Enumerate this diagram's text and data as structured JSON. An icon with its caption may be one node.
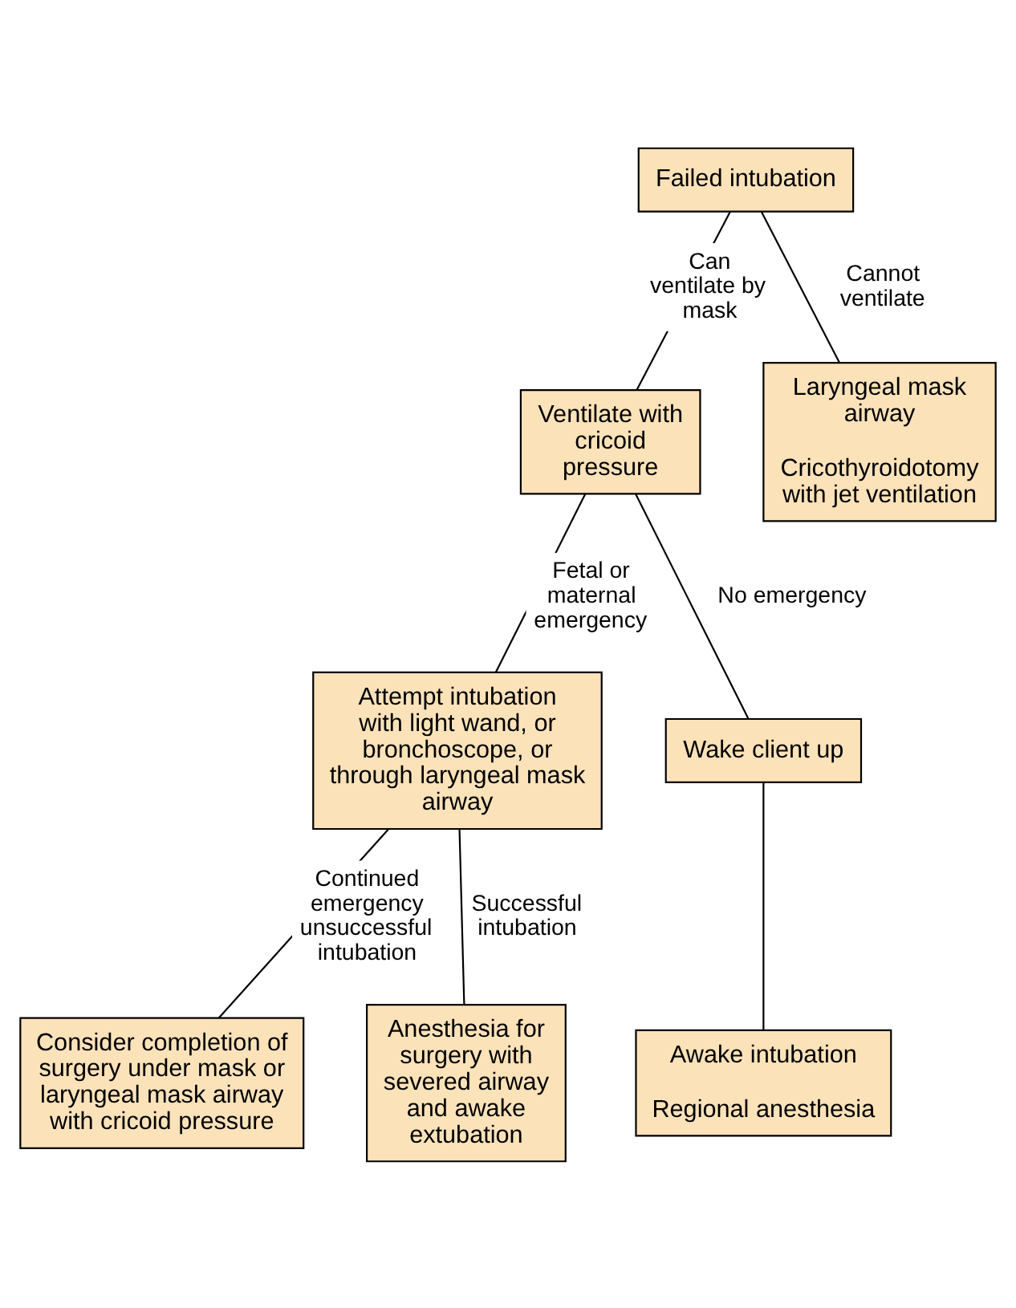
{
  "diagram": {
    "nodes": [
      {
        "text": [
          "Failed intubation"
        ]
      },
      {
        "text": [
          "Ventilate with cricoid pressure"
        ]
      },
      {
        "text": [
          "Laryngeal mask airway",
          "Cricothyroidotomy with jet ventilation"
        ]
      },
      {
        "text": [
          "Attempt intubation with light wand, or bronchoscope, or through laryngeal mask airway"
        ]
      },
      {
        "text": [
          "Wake client up"
        ]
      },
      {
        "text": [
          "Awake intubation",
          "Regional anesthesia"
        ]
      },
      {
        "text": [
          "Consider completion of surgery under mask or laryngeal mask airway with cricoid pressure"
        ]
      },
      {
        "text": [
          "Anesthesia for surgery with severed airway and awake extubation"
        ]
      }
    ],
    "edges": [
      {
        "from": 0,
        "to": 1,
        "arrow": "none",
        "label": "Can ventilate by mask"
      },
      {
        "from": 0,
        "to": 2,
        "arrow": "none",
        "label": "Cannot ventilate"
      },
      {
        "from": 1,
        "to": 3,
        "arrow": "none",
        "label": "Fetal or maternal emergency"
      },
      {
        "from": 1,
        "to": 4,
        "arrow": "none",
        "label": "No emergency"
      },
      {
        "from": 4,
        "to": 5,
        "arrow": "none"
      },
      {
        "from": 3,
        "to": 6,
        "arrow": "none",
        "label": "Continued emergency unsuccessful intubation"
      },
      {
        "from": 3,
        "to": 7,
        "arrow": "none",
        "label": "Successful intubation"
      }
    ]
  }
}
